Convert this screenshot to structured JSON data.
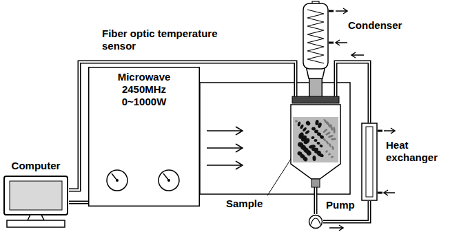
{
  "diagram": {
    "nodes": [
      {
        "text": [
          "Condenser"
        ]
      },
      {
        "text": [
          "Microwave 2450MHz 0~1000W"
        ]
      },
      {
        "text": [
          "Sample"
        ]
      },
      {
        "text": [
          "Heat exchanger"
        ]
      },
      {
        "text": [
          "Computer"
        ]
      },
      {
        "text": [
          "Pump"
        ]
      }
    ],
    "edges": [
      {
        "from": 4,
        "to": 1,
        "arrow": "none"
      },
      {
        "from": 4,
        "to": 2,
        "arrow": "none"
      },
      {
        "from": 2,
        "to": 0,
        "arrow": "none"
      },
      {
        "from": 2,
        "to": 5,
        "arrow": "none"
      },
      {
        "from": 5,
        "to": 3,
        "arrow": "none"
      },
      {
        "from": 3,
        "to": 2,
        "arrow": "none"
      }
    ],
    "labels": [
      "Fiber optic temperature sensor"
    ]
  }
}
